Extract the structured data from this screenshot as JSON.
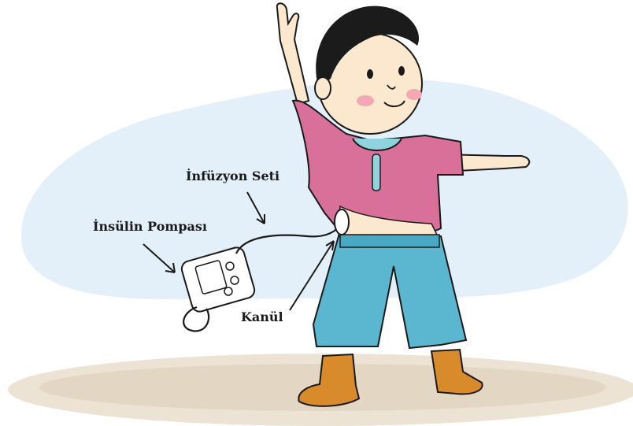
{
  "labels": {
    "infusion_set": "İnfüzyon Seti",
    "insulin_pump": "İnsülin Pompası",
    "cannula": "Kanül"
  },
  "colors": {
    "background_blob": "#e3f0f9",
    "ground": "#e9dfcf",
    "shirt": "#d8709a",
    "pants": "#5bb7cf",
    "boots": "#d98a2b",
    "skin": "#fbe8cf",
    "hair": "#1b1b1b",
    "pump": "#ffffff",
    "line": "#1a1a1a"
  }
}
